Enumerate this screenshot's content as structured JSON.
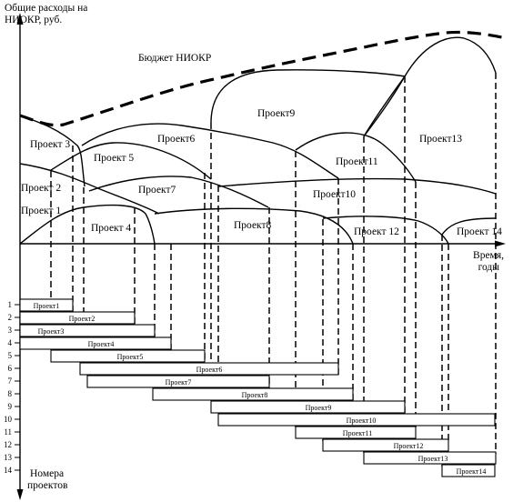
{
  "y_axis_label": [
    "Общие расходы на",
    "НИОКР, руб."
  ],
  "x_axis_label": [
    "Время,",
    "годы"
  ],
  "rows_axis_label": [
    "Номера",
    "проектов"
  ],
  "budget_label": "Бюджет НИОКР",
  "curve_labels": [
    {
      "text": "Проект 1"
    },
    {
      "text": "Проект 2"
    },
    {
      "text": "Проект 3"
    },
    {
      "text": "Проект 4"
    },
    {
      "text": "Проект 5"
    },
    {
      "text": "Проект6"
    },
    {
      "text": "Проект7"
    },
    {
      "text": "Проект8"
    },
    {
      "text": "Проект9"
    },
    {
      "text": "Проект10"
    },
    {
      "text": "Проект11"
    },
    {
      "text": "Проект 12"
    },
    {
      "text": "Проект13"
    },
    {
      "text": "Проект 14"
    }
  ],
  "row_numbers": [
    "1",
    "2",
    "3",
    "4",
    "5",
    "6",
    "7",
    "8",
    "9",
    "10",
    "11",
    "12",
    "13",
    "14"
  ],
  "bars": [
    {
      "label": "Проект1"
    },
    {
      "label": "Проект2"
    },
    {
      "label": "Проект3"
    },
    {
      "label": "Проект4"
    },
    {
      "label": "Проект5"
    },
    {
      "label": "Проект6"
    },
    {
      "label": "Проект7"
    },
    {
      "label": "Проект8"
    },
    {
      "label": "Проект9"
    },
    {
      "label": "Проект10"
    },
    {
      "label": "Проект11"
    },
    {
      "label": "Проект12"
    },
    {
      "label": "Проект13"
    },
    {
      "label": "Проект14"
    }
  ]
}
